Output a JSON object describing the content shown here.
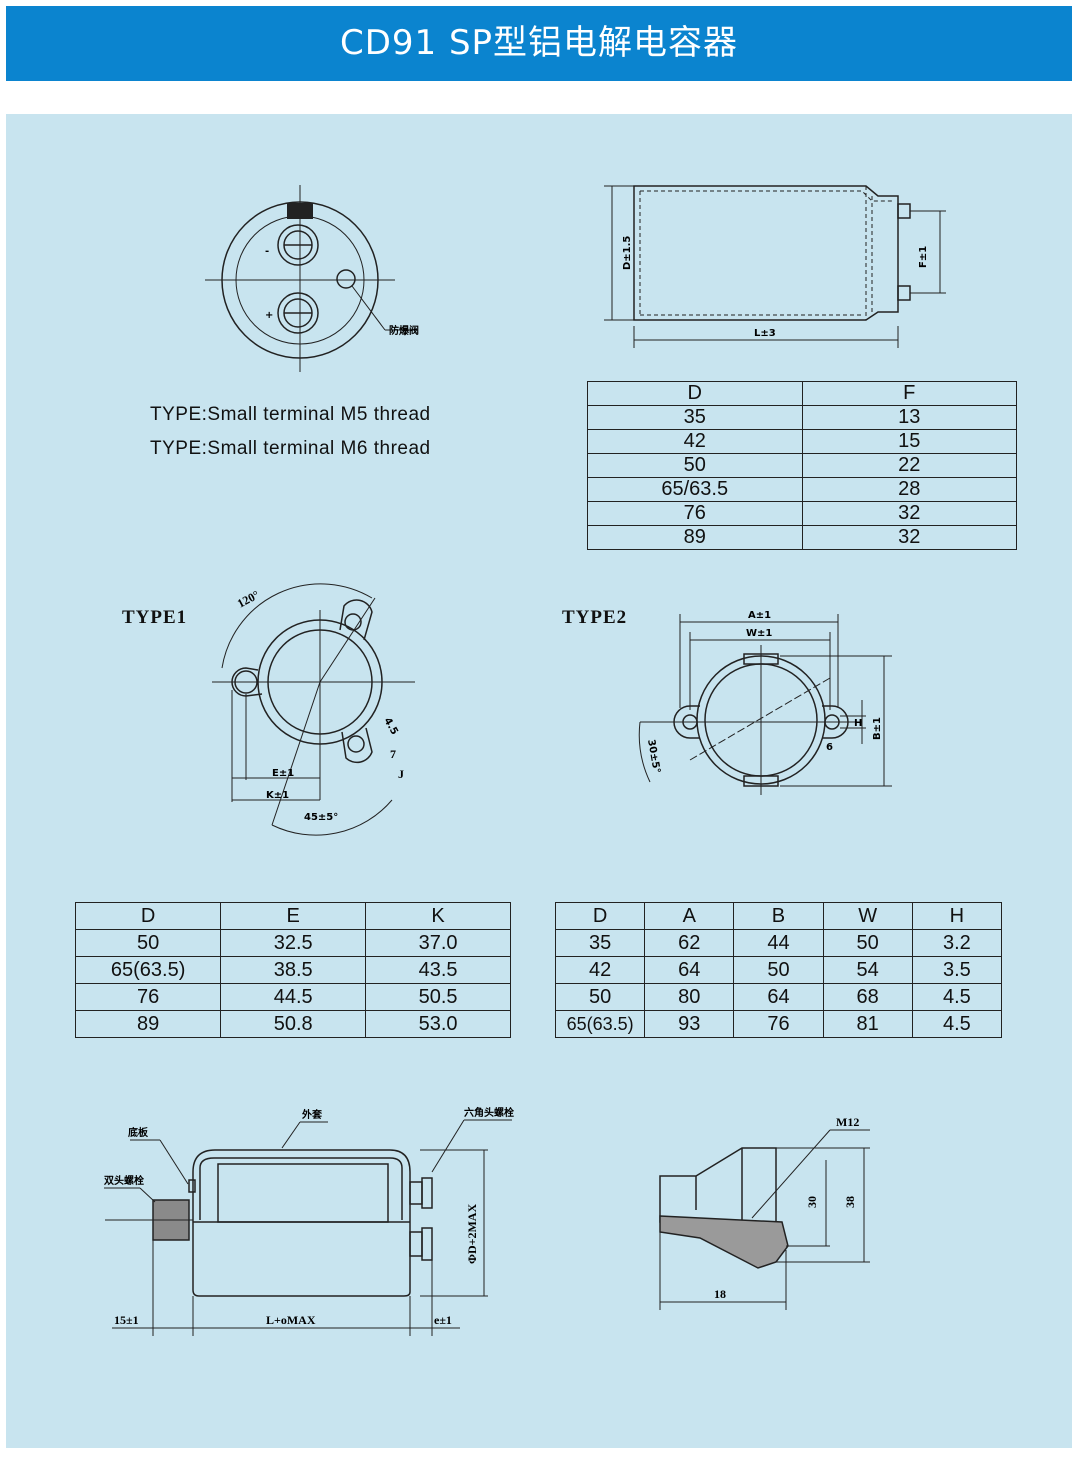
{
  "header": {
    "title": "CD91  SP型铝电解电容器"
  },
  "types": {
    "line1": "TYPE:Small terminal M5 thread",
    "line2": "TYPE:Small terminal M6 thread"
  },
  "labels": {
    "type1": "TYPE1",
    "type2": "TYPE2"
  },
  "drawing_labels": {
    "minus": "-",
    "plus": "+",
    "vent": "防爆阀",
    "d_tol": "D±1.5",
    "f_tol": "F±1",
    "l_tol": "L±3",
    "angle120": "120°",
    "e_tol": "E±1",
    "k_tol": "K±1",
    "angle45": "45±5°",
    "dim45": "4.5",
    "dim7": "7",
    "dim_j": "J",
    "a_tol": "A±1",
    "w_tol": "W±1",
    "b_tol": "B±1",
    "h_lbl": "H",
    "dim6": "6",
    "angle30": "30±5°",
    "bottom_plate": "底板",
    "jacket": "外套",
    "hex_bolt": "六角头螺栓",
    "stud": "双头螺栓",
    "phi_d": "ΦD+2MAX",
    "dim15": "15±1",
    "l_max": "L+oMAX",
    "e_pm": "e±1",
    "m12": "M12",
    "dim30": "30",
    "dim38": "38",
    "dim18": "18"
  },
  "table_df": {
    "headers": [
      "D",
      "F"
    ],
    "rows": [
      [
        "35",
        "13"
      ],
      [
        "42",
        "15"
      ],
      [
        "50",
        "22"
      ],
      [
        "65/63.5",
        "28"
      ],
      [
        "76",
        "32"
      ],
      [
        "89",
        "32"
      ]
    ]
  },
  "table_dek": {
    "headers": [
      "D",
      "E",
      "K"
    ],
    "rows": [
      [
        "50",
        "32.5",
        "37.0"
      ],
      [
        "65(63.5)",
        "38.5",
        "43.5"
      ],
      [
        "76",
        "44.5",
        "50.5"
      ],
      [
        "89",
        "50.8",
        "53.0"
      ]
    ]
  },
  "table_dabwh": {
    "headers": [
      "D",
      "A",
      "B",
      "W",
      "H"
    ],
    "rows": [
      [
        "35",
        "62",
        "44",
        "50",
        "3.2"
      ],
      [
        "42",
        "64",
        "50",
        "54",
        "3.5"
      ],
      [
        "50",
        "80",
        "64",
        "68",
        "4.5"
      ],
      [
        "65(63.5)",
        "93",
        "76",
        "81",
        "4.5"
      ]
    ]
  }
}
